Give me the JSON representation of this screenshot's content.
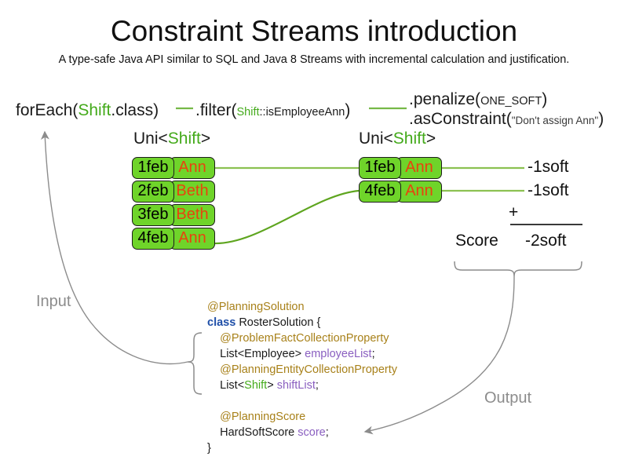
{
  "header": {
    "title": "Constraint Streams introduction",
    "subtitle": "A type-safe Java API similar to SQL and Java 8 Streams with incremental calculation and justification."
  },
  "pipeline": {
    "foreach": {
      "call": "forEach(",
      "type": "Shift",
      "tail": ".class)"
    },
    "filter": {
      "call": ".filter(",
      "arg_type": "Shift",
      "arg_rest": "::isEmployeeAnn",
      "tail": ")"
    },
    "penalize": {
      "call": ".penalize(",
      "arg": "ONE_SOFT",
      "tail": ")"
    },
    "as_constraint": {
      "call": ".asConstraint(",
      "arg": "\"Don't assign Ann\"",
      "tail": ")"
    }
  },
  "streams": {
    "left": {
      "label_prefix": "Uni<",
      "label_type": "Shift",
      "label_suffix": ">",
      "cards": [
        {
          "date": "1feb",
          "employee": "Ann"
        },
        {
          "date": "2feb",
          "employee": "Beth"
        },
        {
          "date": "3feb",
          "employee": "Beth"
        },
        {
          "date": "4feb",
          "employee": "Ann"
        }
      ]
    },
    "right": {
      "label_prefix": "Uni<",
      "label_type": "Shift",
      "label_suffix": ">",
      "cards": [
        {
          "date": "1feb",
          "employee": "Ann"
        },
        {
          "date": "4feb",
          "employee": "Ann"
        }
      ]
    }
  },
  "score": {
    "penalties": [
      "-1soft",
      "-1soft"
    ],
    "operator": "+",
    "label": "Score",
    "total": "-2soft"
  },
  "code": {
    "lines": [
      {
        "indent": 1,
        "parts": [
          {
            "t": "anno",
            "v": "@PlanningSolution"
          }
        ]
      },
      {
        "indent": 1,
        "parts": [
          {
            "t": "kw",
            "v": "class"
          },
          {
            "t": "plain",
            "v": " RosterSolution {"
          }
        ]
      },
      {
        "indent": 2,
        "parts": [
          {
            "t": "anno",
            "v": "@ProblemFactCollectionProperty"
          }
        ]
      },
      {
        "indent": 2,
        "parts": [
          {
            "t": "plain",
            "v": "List<Employee> "
          },
          {
            "t": "field",
            "v": "employeeList"
          },
          {
            "t": "plain",
            "v": ";"
          }
        ]
      },
      {
        "indent": 2,
        "parts": [
          {
            "t": "anno",
            "v": "@PlanningEntityCollectionProperty"
          }
        ]
      },
      {
        "indent": 2,
        "parts": [
          {
            "t": "plain",
            "v": "List<"
          },
          {
            "t": "green",
            "v": "Shift"
          },
          {
            "t": "plain",
            "v": "> "
          },
          {
            "t": "field",
            "v": "shiftList"
          },
          {
            "t": "plain",
            "v": ";"
          }
        ]
      },
      {
        "indent": 0,
        "parts": []
      },
      {
        "indent": 2,
        "parts": [
          {
            "t": "anno",
            "v": "@PlanningScore"
          }
        ]
      },
      {
        "indent": 2,
        "parts": [
          {
            "t": "plain",
            "v": "HardSoftScore "
          },
          {
            "t": "field",
            "v": "score"
          },
          {
            "t": "plain",
            "v": ";"
          }
        ]
      },
      {
        "indent": 1,
        "parts": [
          {
            "t": "plain",
            "v": "}"
          }
        ]
      }
    ]
  },
  "flow": {
    "input_label": "Input",
    "output_label": "Output"
  },
  "colors": {
    "type_green": "#44aa1b",
    "card_fill": "#6fd42a",
    "card_border": "#1d1d1d",
    "employee_orange": "#e8430e",
    "connector_green": "#76b947",
    "annotation_gold": "#a8811a",
    "keyword_blue": "#1f4fa8",
    "field_purple": "#8a5fc0",
    "flow_gray": "#8c8c8c"
  }
}
